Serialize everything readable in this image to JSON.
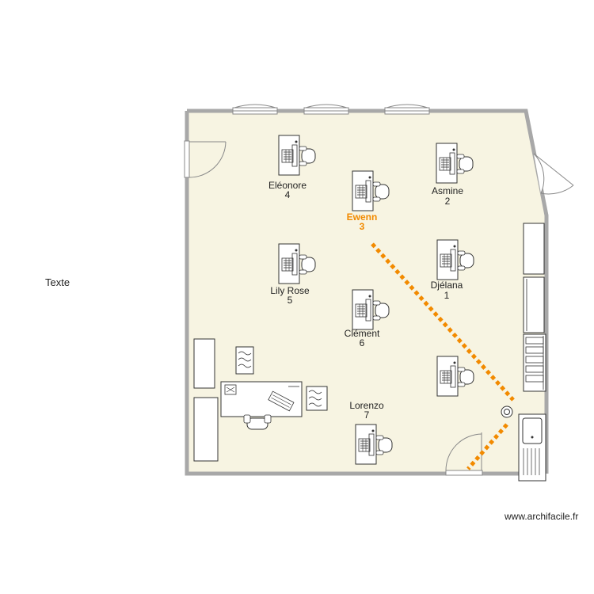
{
  "plan": {
    "free_text": "Texte",
    "credit": "www.archifacile.fr",
    "desks": [
      {
        "name": "Eléonore",
        "number": "4",
        "highlight": false
      },
      {
        "name": "Asmine",
        "number": "2",
        "highlight": false
      },
      {
        "name": "Ewenn",
        "number": "3",
        "highlight": true
      },
      {
        "name": "Lily Rose",
        "number": "5",
        "highlight": false
      },
      {
        "name": "Djélana",
        "number": "1",
        "highlight": false
      },
      {
        "name": "Clément",
        "number": "6",
        "highlight": false
      },
      {
        "name": "Lorenzo",
        "number": "7",
        "highlight": false
      }
    ],
    "colors": {
      "floor": "#f7f4e2",
      "wall": "#a8a8a8",
      "path": "#f28a00",
      "highlight_label": "#f28a00",
      "furniture_stroke": "#333333"
    },
    "icons": [
      "desk-icon",
      "chair-icon",
      "door-icon",
      "window-icon",
      "sink-icon",
      "cabinet-icon",
      "radiator-icon",
      "computer-icon",
      "keyboard-icon"
    ]
  }
}
